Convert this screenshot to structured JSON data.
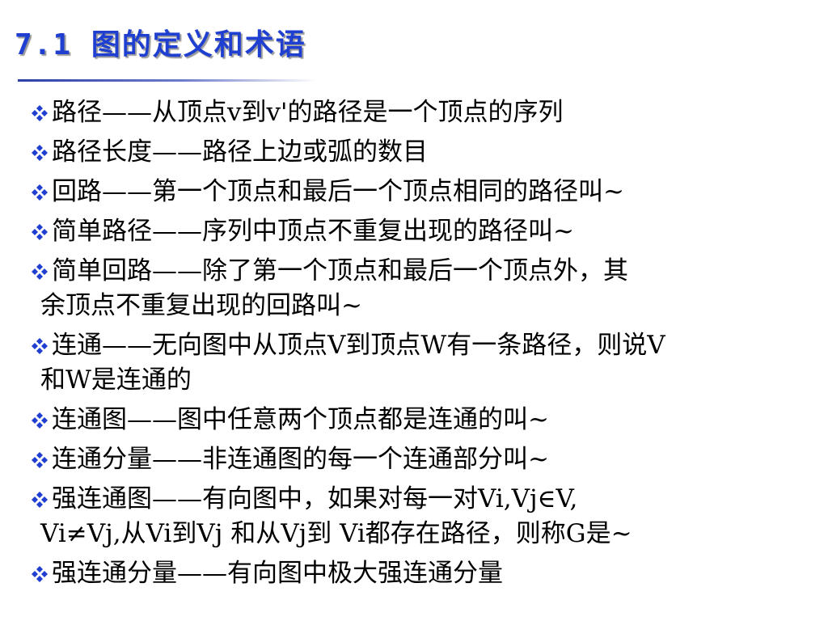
{
  "title": "7.1 图的定义和术语",
  "colors": {
    "title": "#1f3fd0",
    "bullet": "#1f3fd0",
    "rule": "#2b3fa8"
  },
  "bullet_icon": "four-diamond-bullet-icon",
  "items": [
    {
      "lines": [
        "路径——从顶点v到v'的路径是一个顶点的序列"
      ]
    },
    {
      "lines": [
        "路径长度——路径上边或弧的数目"
      ]
    },
    {
      "lines": [
        "回路——第一个顶点和最后一个顶点相同的路径叫~"
      ]
    },
    {
      "lines": [
        "简单路径——序列中顶点不重复出现的路径叫~"
      ]
    },
    {
      "lines": [
        "简单回路——除了第一个顶点和最后一个顶点外，其",
        "余顶点不重复出现的回路叫~"
      ]
    },
    {
      "lines": [
        "连通——无向图中从顶点V到顶点W有一条路径，则说V",
        "和W是连通的"
      ]
    },
    {
      "lines": [
        "连通图——图中任意两个顶点都是连通的叫~"
      ]
    },
    {
      "lines": [
        "连通分量——非连通图的每一个连通部分叫~"
      ]
    },
    {
      "lines": [
        "强连通图——有向图中，如果对每一对Vi,Vj∈V,",
        "Vi≠Vj,从Vi到Vj 和从Vj到 Vi都存在路径，则称G是~"
      ]
    },
    {
      "lines": [
        "强连通分量——有向图中极大强连通分量"
      ]
    }
  ]
}
